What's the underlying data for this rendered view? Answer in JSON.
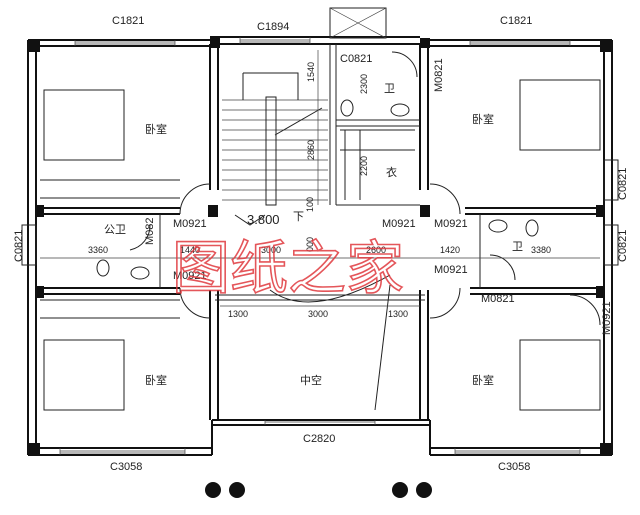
{
  "plan": {
    "windows": {
      "top_left": "C1821",
      "top_center": "C1894",
      "top_right": "C1821",
      "bath_top": "C0821",
      "right_upper": "C0821",
      "left_mid": "C0821",
      "right_mid": "C0821",
      "bottom_center": "C2820",
      "bottom_left": "C3058",
      "bottom_right": "C3058"
    },
    "doors": {
      "bath_top": "M0821",
      "public_bath": "M082",
      "left_upper": "M0921",
      "left_lower": "M0921",
      "center_left": "M0921",
      "center_right": "M0921",
      "right_lower": "M0921",
      "right_bath": "M0821",
      "right_bedroom": "M0921"
    },
    "rooms": {
      "bedroom_tl": "卧室",
      "bedroom_tr": "卧室",
      "bedroom_bl": "卧室",
      "bedroom_br": "卧室",
      "bath_top": "卫",
      "closet": "衣",
      "public_bath": "公卫",
      "bath_right": "卫",
      "void": "中空"
    },
    "dimensions": {
      "d1540": "1540",
      "d2860": "2860",
      "d2300": "2300",
      "d2200": "2200",
      "d3360": "3360",
      "d1440": "1440",
      "d3000a": "3000",
      "d2600": "2600",
      "d1420": "1420",
      "d3380": "3380",
      "d1300a": "1300",
      "d3000b": "3000",
      "d1300b": "1300",
      "d100": "100",
      "d000": "000"
    },
    "elevation": "3.800",
    "stair_down": "下",
    "watermark": "图纸之家"
  }
}
